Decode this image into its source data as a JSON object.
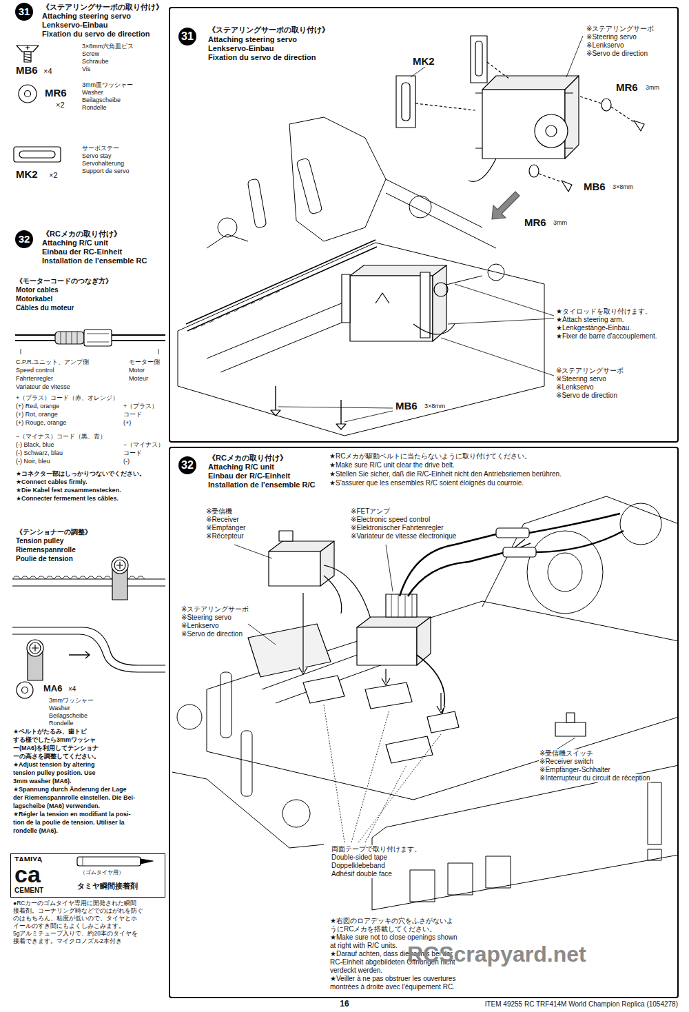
{
  "diagram": {
    "nodes": [
      {
        "text": [
          "31",
          "《ステアリングサーボの取り付け》",
          "Attaching steering servo",
          "Lenkservo-Einbau",
          "Fixation du servo de direction"
        ]
      },
      {
        "text": [
          "32",
          "《RCメカの取り付け》",
          "Attaching R/C unit",
          "Einbau der R/C-Einheit",
          "Installation de l'ensemble R/C"
        ]
      },
      {
        "text": [
          "TAMIYA",
          "ca",
          "CEMENT",
          "（ゴムタイヤ用）",
          "タミヤ瞬間接着剤"
        ]
      }
    ],
    "labels": [
      "31",
      "《ステアリングサーボの取り付け》",
      "Attaching steering servo",
      "Lenkservo-Einbau",
      "Fixation du servo de direction",
      "3×8mm六角皿ビス",
      "Screw",
      "Schraube",
      "Vis",
      "MB6",
      "×4",
      "3mm皿ワッシャー",
      "Washer",
      "Beilagscheibe",
      "Rondelle",
      "MR6",
      "×2",
      "サーボステー",
      "Servo stay",
      "Servohalterung",
      "Support de servo",
      "MK2",
      "×2",
      "32",
      "《RCメカの取り付け》",
      "Attaching R/C unit",
      "Einbau der RC-Einheit",
      "Installation de l'ensemble RC",
      "《モーターコードのつなぎ方》",
      "Motor cables",
      "Motorkabel",
      "Câbles du moteur",
      "C.P.R.ユニット、アンプ側",
      "Speed control",
      "Fahrtenregler",
      "Variateur de vitesse",
      "モーター側",
      "Motor",
      "Moteur",
      "+（プラス）コード（赤、オレンジ）",
      "(+) Red, orange",
      "(+) Rot, orange",
      "(+) Rouge, orange",
      "+（プラス）",
      "コード",
      "(+)",
      "−（マイナス）コード（黒、青）",
      "(-) Black, blue",
      "(-) Schwarz, blau",
      "(-) Noir, bleu",
      "−（マイナス）",
      "コード",
      "(-)",
      "★コネクター部はしっかりつないでください。",
      "★Connect cables firmly.",
      "★Die Kabel fest zusammenstecken.",
      "★Connecter fermement les câbles.",
      "《テンショナーの調整》",
      "Tension pulley",
      "Riemenspannrolle",
      "Poulie de tension",
      "MA6",
      "×4",
      "3mmワッシャー",
      "Washer",
      "Beilagscheibe",
      "Rondelle",
      "★ベルトがたるみ、歯トビ",
      "する様でしたら3mmワッシャ",
      "ー(MA6)を利用してテンショナ",
      "ーの高さを調整してください。",
      "★Adjust tension by altering",
      "tension pulley position. Use",
      "3mm washer (MA6).",
      "★Spannung durch Änderung der Lage",
      "der Riemenspannrolle einstellen. Die Bei-",
      "lagscheibe (MA6) verwenden.",
      "★Régler la tension en modifiant la posi-",
      "tion de la poulie de tension. Utiliser la",
      "rondelle (MA6).",
      "●RCカーのゴムタイヤ専用に開発された瞬間",
      "接着剤。コーナリング時などでのはがれを防ぐ",
      "のはもちろん、粘度が低いので、タイヤとホ",
      "イールのすき間にもよくしみこみます。",
      "5gアルミチューブ入りで、約20本のタイヤを",
      "接着できます。マイクロノズル2本付き",
      "MK2",
      "※ステアリングサーボ",
      "※Steering servo",
      "※Lenkservo",
      "※Servo de direction",
      "MR6",
      "3mm",
      "MB6",
      "3×8mm",
      "MR6",
      "3mm",
      "★タイロッドを取り付けます。",
      "★Attach steering arm.",
      "★Lenkgestänge-Einbau.",
      "★Fixer de barre d'accouplement.",
      "※ステアリングサーボ",
      "※Steering servo",
      "※Lenkservo",
      "※Servo de direction",
      "MB6",
      "3×8mm",
      "★RCメカが駆動ベルトに当たらないように取り付けてください。",
      "★Make sure R/C unit clear the drive belt.",
      "★Stellen Sie sicher, daß die R/C-Einheit nicht den Antriebsriemen berühren.",
      "★S'assurer que les ensembles R/C soient éloignés du courroie.",
      "※受信機",
      "※Receiver",
      "※Empfänger",
      "※Récepteur",
      "※FETアンプ",
      "※Electronic speed control",
      "※Elektronischer Fahrtenregler",
      "※Variateur de vitesse électronique",
      "※ステアリングサーボ",
      "※Steering servo",
      "※Lenkservo",
      "※Servo de direction",
      "※受信機スイッチ",
      "※Receiver switch",
      "※Empfänger-Schhalter",
      "※Interrupteur du circuit de réception",
      "両面テープで取り付けます。",
      "Double-sided tape",
      "Doppelklebeband",
      "Adhésif double face",
      "★右図のロアデッキの穴をふさがないよ",
      "うにRCメカを搭載してください。",
      "★Make sure not to close openings shown",
      "at right with R/C units.",
      "★Darauf achten, dass die rechts bei der",
      "RC-Einheit abgebildeten Öffnungen nicht",
      "verdeckt werden.",
      "★Veiller à ne pas obstruer les ouvertures",
      "montrées à droite avec l'équipement RC.",
      "RCScrapyard.net",
      "16",
      "ITEM 49255 RC TRF414M World Champion Replica (1054278)"
    ]
  }
}
